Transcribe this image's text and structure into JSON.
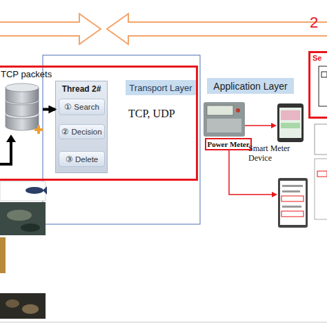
{
  "diagram": {
    "nodes": [
      {
        "text": [
          "TCP, UDP"
        ]
      },
      {
        "text": [
          "TCP packets"
        ],
        "in": 0
      },
      {
        "text": [
          "Thread 2#"
        ],
        "in": 0
      },
      {
        "text": [
          "① Search"
        ],
        "in": 2
      },
      {
        "text": [
          "② Decision"
        ],
        "in": 2
      },
      {
        "text": [
          "③ Delete"
        ],
        "in": 2
      },
      {
        "text": [
          "Transport Layer"
        ],
        "in": 0
      },
      {
        "text": [
          "Application Layer"
        ]
      },
      {
        "text": [
          "Se"
        ]
      },
      {
        "text": [
          "Power Meter"
        ]
      }
    ],
    "edges": [
      {
        "from": 1,
        "to": 2,
        "arrow": "to"
      }
    ],
    "labels": [
      "2",
      "Smart Meter Device"
    ]
  }
}
